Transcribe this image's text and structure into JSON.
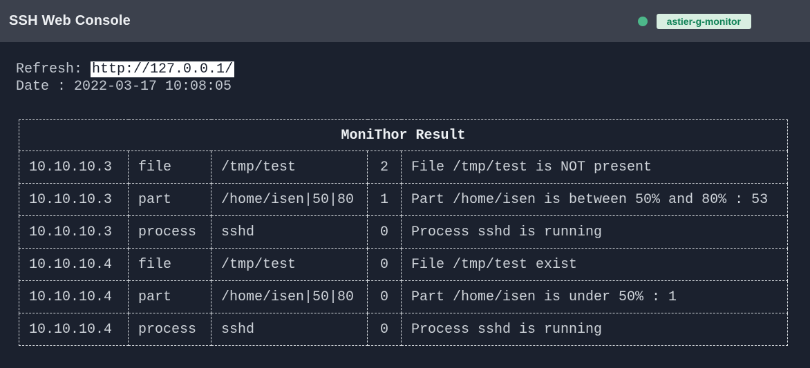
{
  "header": {
    "title": "SSH Web Console",
    "badge_label": "astier-g-monitor"
  },
  "info": {
    "refresh_label": "Refresh: ",
    "refresh_url": "http://127.0.0.1/",
    "date_label": "Date : ",
    "date_value": "2022-03-17 10:08:05"
  },
  "table": {
    "title": "MoniThor Result",
    "rows": [
      [
        "10.10.10.3",
        "file",
        "/tmp/test",
        "2",
        "File /tmp/test is NOT present"
      ],
      [
        "10.10.10.3",
        "part",
        "/home/isen|50|80",
        "1",
        "Part /home/isen is between 50% and 80% : 53"
      ],
      [
        "10.10.10.3",
        "process",
        "sshd",
        "0",
        "Process sshd is running"
      ],
      [
        "10.10.10.4",
        "file",
        "/tmp/test",
        "0",
        "File /tmp/test exist"
      ],
      [
        "10.10.10.4",
        "part",
        "/home/isen|50|80",
        "0",
        "Part /home/isen is under 50% : 1"
      ],
      [
        "10.10.10.4",
        "process",
        "sshd",
        "0",
        "Process sshd is running"
      ]
    ]
  },
  "colors": {
    "page_bg": "#1b212e",
    "header_bg": "#3c414d",
    "accent_green": "#4db88a",
    "badge_bg": "#d8eee1",
    "badge_text": "#0d8155",
    "border": "#d8dce0",
    "text": "#c2c8d0",
    "table_text": "#ced3d9",
    "link_bg": "#ffffff",
    "link_text": "#1b212e"
  }
}
